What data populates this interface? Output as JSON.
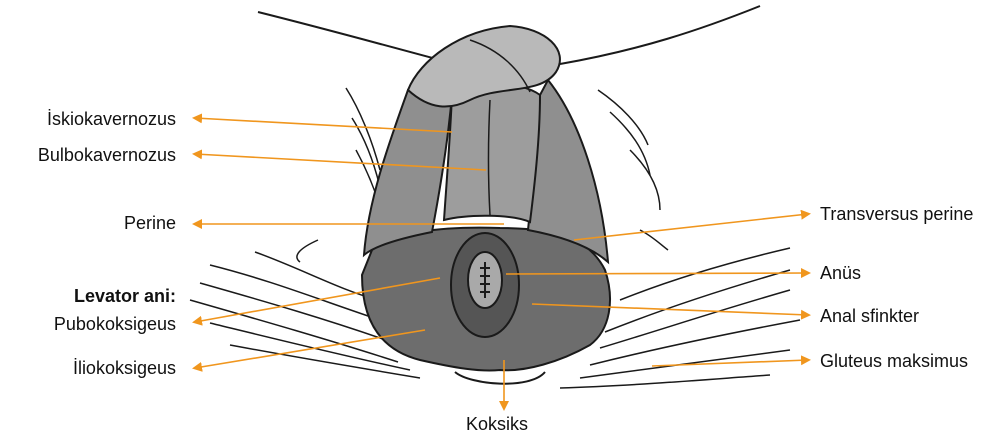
{
  "labels": {
    "iskiokavernozus": "İskiokavernozus",
    "bulbokavernozus": "Bulbokavernozus",
    "perine": "Perine",
    "levator_heading": "Levator ani:",
    "pubokoksigeus": "Pubokoksigeus",
    "iliokoksigeus": "İliokoksigeus",
    "transversus_perine": "Transversus perine",
    "anus": "Anüs",
    "anal_sfinkter": "Anal sfinkter",
    "gluteus_maksimus": "Gluteus maksimus",
    "koksiks": "Koksiks"
  },
  "colors": {
    "arrow": "#F0961E",
    "outline": "#1a1a1a",
    "muscle_light": "#b9b9b9",
    "muscle_mid": "#8f8f8f",
    "muscle_dark": "#6d6d6d",
    "muscle_darkest": "#555555"
  }
}
